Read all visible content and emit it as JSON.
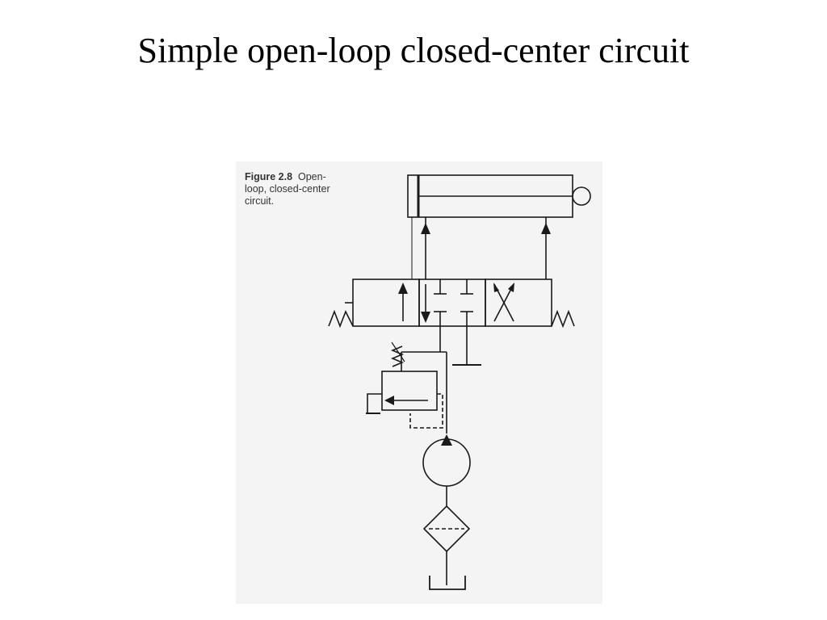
{
  "slide": {
    "title": "Simple open-loop closed-center circuit"
  },
  "figure": {
    "label": "Figure 2.8",
    "caption": "Open-loop, closed-center circuit."
  },
  "colors": {
    "line": "#1a1a1a",
    "figure_background": "#f4f4f4",
    "text": "#000000"
  },
  "components": [
    "double-acting-cylinder",
    "three-position-directional-valve",
    "relief-valve",
    "fixed-displacement-pump",
    "filter",
    "tank"
  ]
}
